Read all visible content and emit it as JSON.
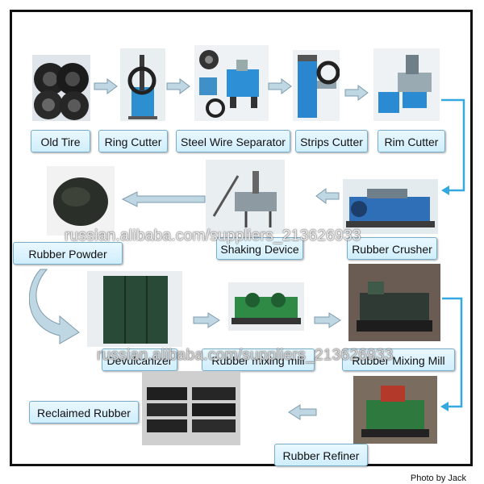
{
  "steps": [
    {
      "id": "old_tire",
      "label": "Old Tire"
    },
    {
      "id": "ring_cutter",
      "label": "Ring Cutter"
    },
    {
      "id": "steel_wire_separator",
      "label": "Steel Wire Separator"
    },
    {
      "id": "strips_cutter",
      "label": "Strips Cutter"
    },
    {
      "id": "rim_cutter",
      "label": "Rim Cutter"
    },
    {
      "id": "rubber_crusher",
      "label": "Rubber Crusher"
    },
    {
      "id": "shaking_device",
      "label": "Shaking Device"
    },
    {
      "id": "rubber_powder",
      "label": "Rubber Powder"
    },
    {
      "id": "devulcanizer",
      "label": "Devulcanizer"
    },
    {
      "id": "rubber_mixing_mill_small",
      "label": "Rubber mixing mill"
    },
    {
      "id": "rubber_mixing_mill",
      "label": "Rubber Mixing Mill"
    },
    {
      "id": "rubber_refiner",
      "label": "Rubber Refiner"
    },
    {
      "id": "reclaimed_rubber",
      "label": "Reclaimed Rubber"
    }
  ],
  "watermarks": [
    "russian.alibaba.com/suppliers_213626933",
    "russian.alibaba.com/suppliers_213626933"
  ],
  "credit": "Photo by Jack",
  "colors": {
    "connector": "#34a8e0",
    "arrow": "#bfd6e3",
    "arrow_stroke": "#7c9bad",
    "label_bg": "#dff4fd"
  }
}
